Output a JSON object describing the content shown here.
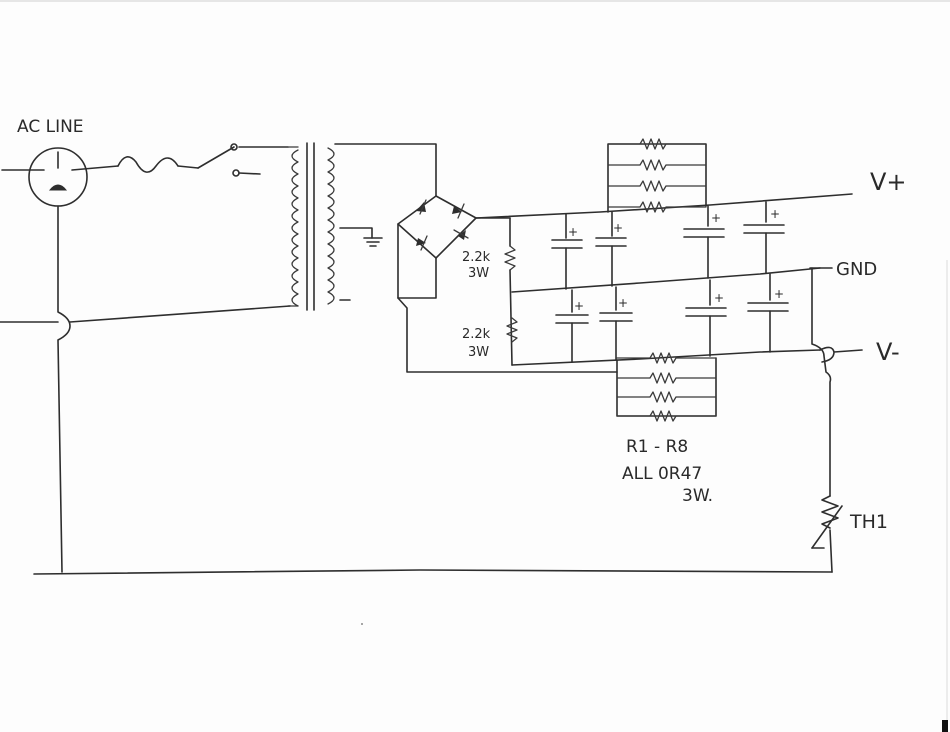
{
  "labels": {
    "ac_line": "AC LINE",
    "v_plus": "V+",
    "gnd": "GND",
    "v_minus": "V-",
    "bleeder_top_value": "2.2k",
    "bleeder_top_watt": "3W",
    "bleeder_bottom_value": "2.2k",
    "bleeder_bottom_watt": "3W",
    "resistor_range": "R1 - R8",
    "resistor_value": "ALL 0R47",
    "resistor_watt": "3W.",
    "thermistor": "TH1",
    "cap_polarity": "+"
  },
  "colors": {
    "ink": "#2e2e2e",
    "paper": "#fdfdfd"
  }
}
